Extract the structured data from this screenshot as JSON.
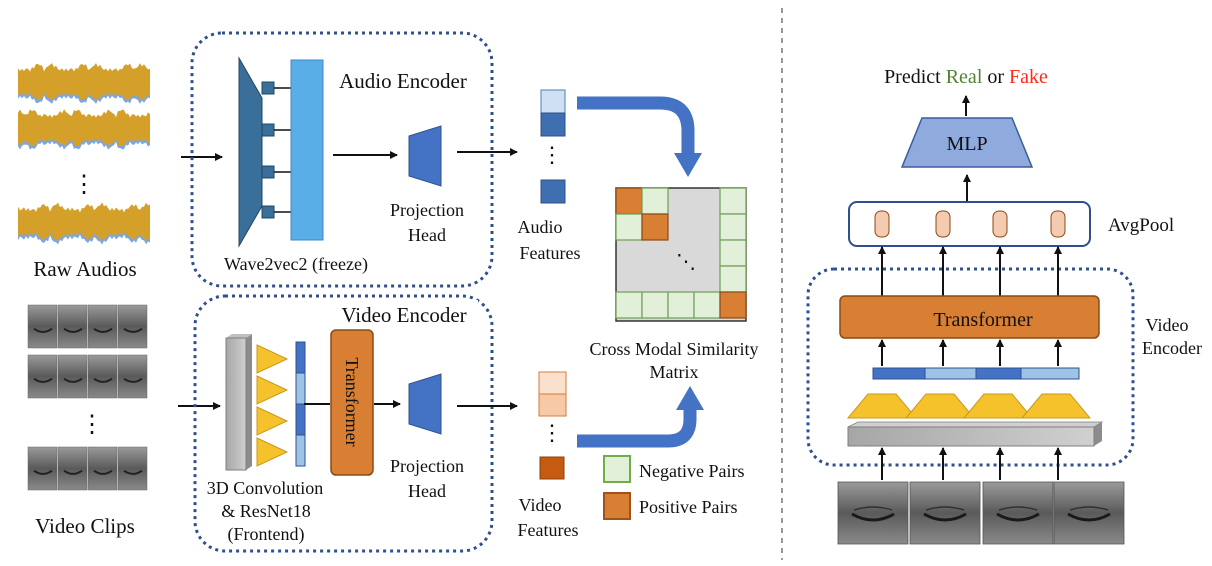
{
  "left_inputs": {
    "raw_audios_label": "Raw Audios",
    "video_clips_label": "Video Clips",
    "ellipsis": "⋮"
  },
  "audio_encoder": {
    "title": "Audio Encoder",
    "wave2vec_label": "Wave2vec2 (freeze)",
    "projection_line1": "Projection",
    "projection_line2": "Head"
  },
  "video_encoder": {
    "title": "Video Encoder",
    "frontend_line1": "3D Convolution",
    "frontend_line2": "& ResNet18",
    "frontend_line3": "(Frontend)",
    "transformer_label": "Transformer",
    "projection_line1": "Projection",
    "projection_line2": "Head"
  },
  "features": {
    "audio_line1": "Audio",
    "audio_line2": "Features",
    "video_line1": "Video",
    "video_line2": "Features",
    "ellipsis": "⋮"
  },
  "similarity": {
    "title_line1": "Cross Modal Similarity",
    "title_line2": "Matrix",
    "inner_ellipsis": "⋱",
    "negative_label": "Negative Pairs",
    "positive_label": "Positive Pairs"
  },
  "classifier": {
    "predict_prefix": "Predict ",
    "real": "Real",
    "or": " or ",
    "fake": "Fake",
    "mlp_label": "MLP",
    "avgpool_label": "AvgPool",
    "transformer_label": "Transformer",
    "video_encoder_line1": "Video",
    "video_encoder_line2": "Encoder"
  },
  "colors": {
    "audio_wave": "#d4a02a",
    "encoder_dash": "#2f4f8f",
    "wave2vec_bar": "#5aaee8",
    "wave2vec_triangle": "#3a6f9a",
    "projection": "#4472c4",
    "transformer": "#d87f33",
    "negative_pair": "#e2efd9",
    "positive_pair": "#d87f33",
    "matrix_bg": "#d9d9d9",
    "mlp": "#8faadc",
    "token": "#f4cbb0",
    "resnet": "#f6c22c",
    "real_text": "#548235",
    "fake_text": "#ff2a1a"
  }
}
